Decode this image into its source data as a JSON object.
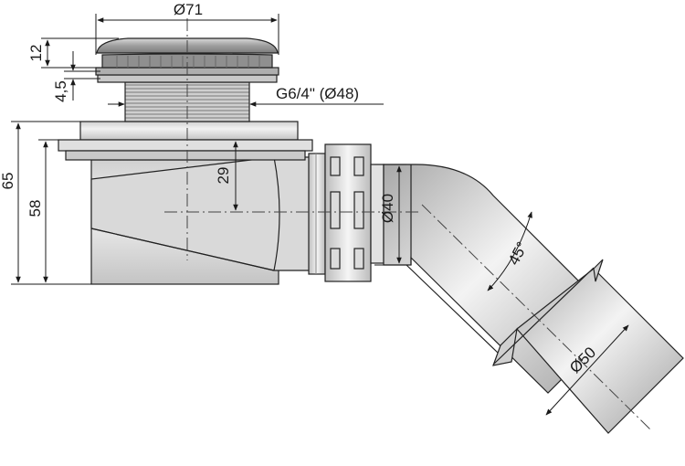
{
  "dimensions": {
    "cap_diameter": "Ø71",
    "cap_height": "12",
    "flange_thickness": "4,5",
    "thread": "G6/4\" (Ø48)",
    "total_height": "65",
    "body_height": "58",
    "axis_depth": "29",
    "nut_diameter": "Ø40",
    "elbow_angle": "45°",
    "outlet_diameter": "Ø50"
  },
  "colors": {
    "metal_light": "#e6e6e6",
    "metal_mid": "#bdbdbd",
    "metal_dark": "#8a8a8a",
    "line": "#1a1a1a"
  }
}
